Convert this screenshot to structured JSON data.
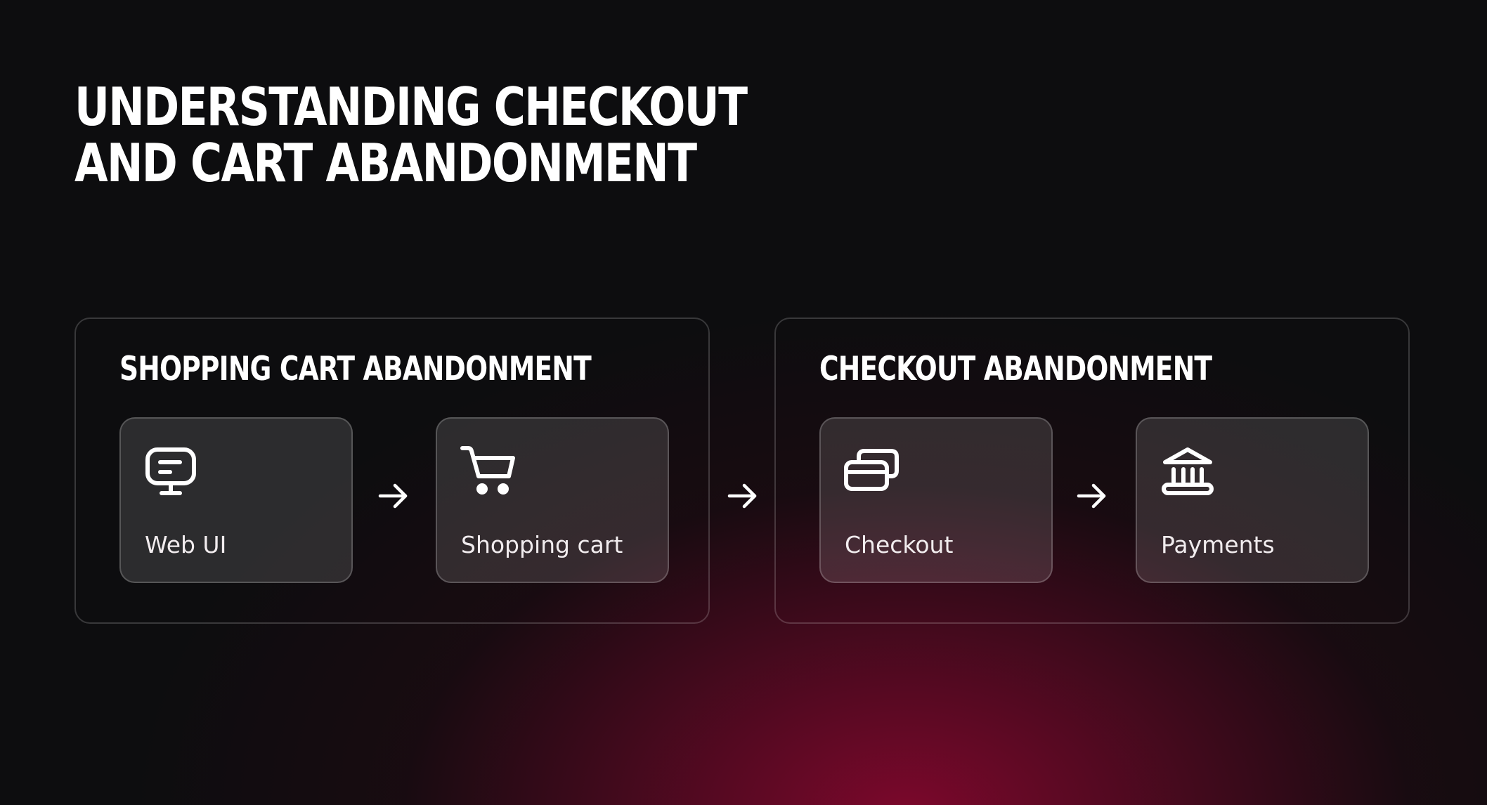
{
  "title": {
    "line1": "UNDERSTANDING CHECKOUT",
    "line2": "AND CART ABANDONMENT"
  },
  "groups": [
    {
      "title": "SHOPPING CART ABANDONMENT",
      "cards": [
        {
          "label": "Web UI",
          "icon": "monitor-icon"
        },
        {
          "label": "Shopping cart",
          "icon": "shopping-cart-icon"
        }
      ]
    },
    {
      "title": "CHECKOUT ABANDONMENT",
      "cards": [
        {
          "label": "Checkout",
          "icon": "credit-cards-icon"
        },
        {
          "label": "Payments",
          "icon": "bank-icon"
        }
      ]
    }
  ],
  "colors": {
    "background": "#0d0d0f",
    "glow": "#82082d",
    "text": "#ffffff"
  }
}
